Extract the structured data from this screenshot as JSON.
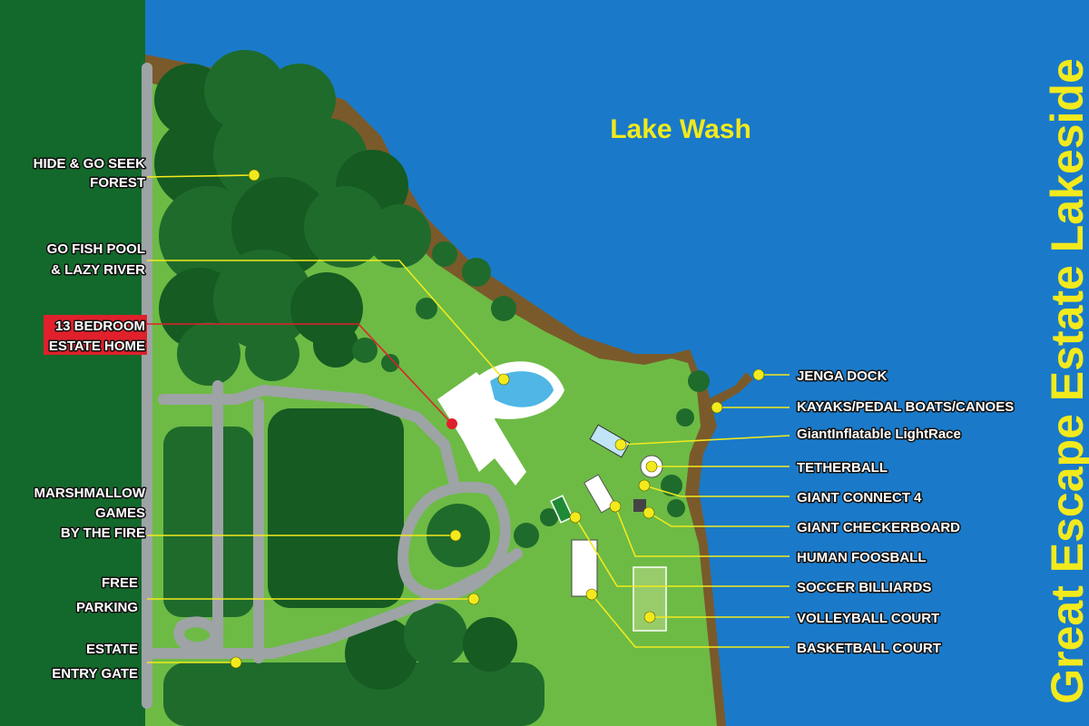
{
  "map": {
    "title": "Great Escape Estate Lakeside",
    "lake_name": "Lake Wash",
    "colors": {
      "lake": "#1a7ac9",
      "lawn": "#6dbb45",
      "woods": "#1f6b2c",
      "shore": "#7a5a2a",
      "accent": "#f2ea1d",
      "highlight": "#e0202b",
      "road": "#9ea3a6"
    },
    "left_labels": [
      {
        "id": "hide-seek",
        "lines": [
          "HIDE & GO SEEK",
          "FOREST"
        ]
      },
      {
        "id": "go-fish",
        "lines": [
          "GO FISH POOL",
          "& LAZY RIVER"
        ]
      },
      {
        "id": "estate-home",
        "lines": [
          "13 BEDROOM",
          "ESTATE HOME"
        ]
      },
      {
        "id": "marshmallow",
        "lines": [
          "MARSHMALLOW",
          "GAMES",
          "BY THE FIRE"
        ]
      },
      {
        "id": "parking",
        "lines": [
          "FREE",
          "PARKING"
        ]
      },
      {
        "id": "entry-gate",
        "lines": [
          "ESTATE",
          "ENTRY GATE"
        ]
      }
    ],
    "right_labels": [
      "JENGA DOCK",
      "KAYAKS/PEDAL BOATS/CANOES",
      "GiantInflatable LightRace",
      "TETHERBALL",
      "GIANT CONNECT 4",
      "GIANT CHECKERBOARD",
      "HUMAN FOOSBALL",
      "SOCCER BILLIARDS",
      "VOLLEYBALL COURT",
      "BASKETBALL COURT"
    ]
  }
}
